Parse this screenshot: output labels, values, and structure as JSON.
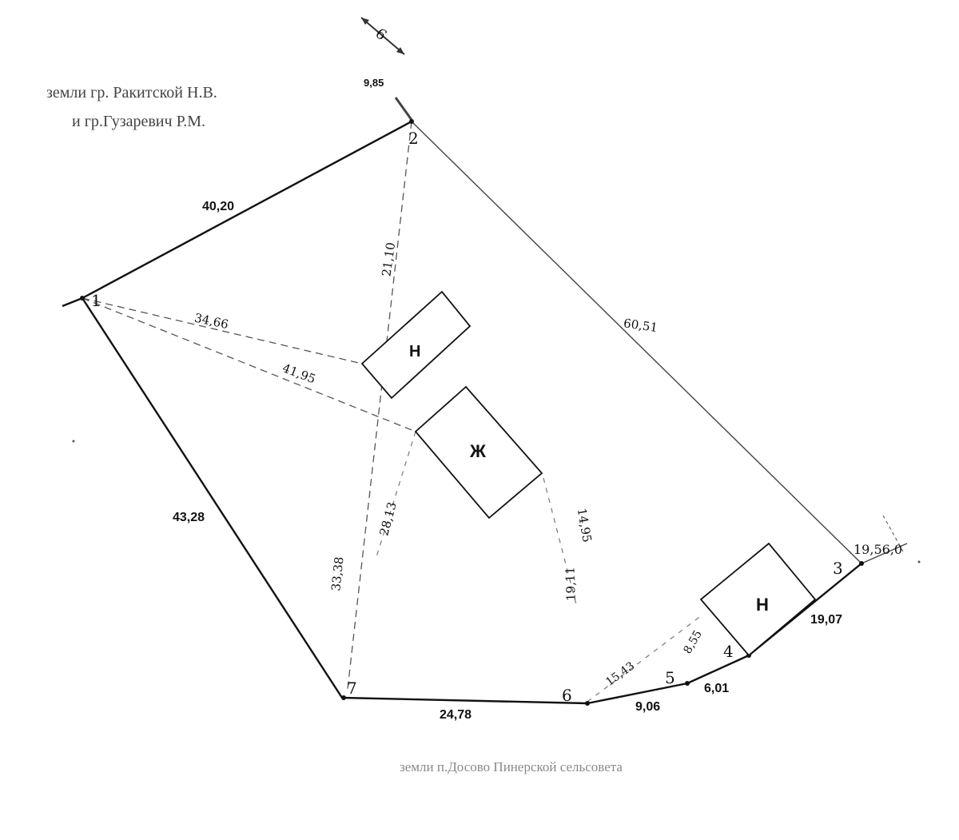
{
  "neighbors": {
    "top_left_line1": "земли гр. Ракитской Н.В.",
    "top_left_line2": "и гр.Гузаревич Р.М.",
    "bottom": "земли п.Досово Пинерской сельсовета"
  },
  "points": [
    "1",
    "2",
    "3",
    "4",
    "5",
    "6",
    "7"
  ],
  "boundary_lengths": {
    "seg_1_2": "40,20",
    "seg_2_3": "60,51",
    "seg_3_4": "19,07",
    "seg_4_5": "6,01",
    "seg_5_6": "9,06",
    "seg_6_7": "24,78",
    "seg_7_1": "43,28"
  },
  "tie_lengths": {
    "top_tie": "9,85",
    "top_tie_tick": "6",
    "right_tie": "19,56,0",
    "d_2_mid": "21,10",
    "d_1_n1": "34,66",
    "d_1_zh": "41,95",
    "d_7_cross": "33,38",
    "d_zh_down": "28,13",
    "d_right_upper": "14,95",
    "d_right_lower": "19,11",
    "d_6_tie": "15,43",
    "d_n2_tie": "8,55"
  },
  "buildings": {
    "n1": "Н",
    "zh": "Ж",
    "n2": "Н"
  }
}
